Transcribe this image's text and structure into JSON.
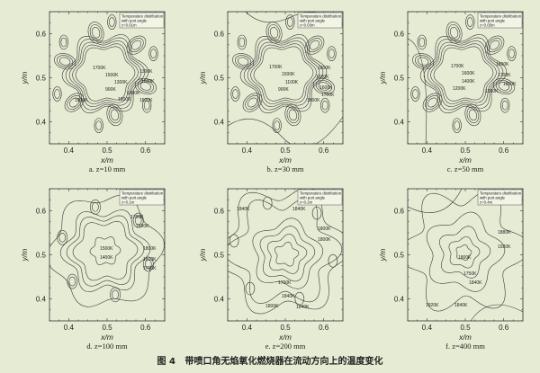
{
  "figure": {
    "label": "图 4",
    "title": "带喷口角无焰氧化燃烧器在流动方向上的温度变化"
  },
  "axes": {
    "xlabel": "x/m",
    "ylabel": "y/m",
    "xticks": [
      "0.4",
      "0.5",
      "0.6"
    ],
    "yticks": [
      "0.4",
      "0.5",
      "0.6"
    ],
    "xlim": [
      0.35,
      0.65
    ],
    "ylim": [
      0.35,
      0.65
    ]
  },
  "colors": {
    "background": "#e6ebd3",
    "line": "#333333"
  },
  "chart_data": [
    {
      "type": "contour",
      "caption": "a. z=10 mm",
      "legend": [
        "Temperature distribution",
        "with port angle",
        "z=0.01m"
      ],
      "contour_labels": [
        "1700K",
        "1500K",
        "1300K",
        "900K",
        "1300K",
        "1600K",
        "1800K",
        "1600K",
        "1600K",
        "1800K"
      ]
    },
    {
      "type": "contour",
      "caption": "b. z=30 mm",
      "legend": [
        "Temperature distribution",
        "with port angle",
        "z=0.03m"
      ],
      "contour_labels": [
        "1700K",
        "1500K",
        "1100K",
        "900K",
        "1800K",
        "1600K",
        "1600K",
        "1700K",
        "1800K"
      ]
    },
    {
      "type": "contour",
      "caption": "c. z=50 mm",
      "legend": [
        "Temperature distribution",
        "with port angle",
        "z=0.05m"
      ],
      "contour_labels": [
        "1700K",
        "1600K",
        "1400K",
        "1200K",
        "1800K",
        "1700K",
        "1800K",
        "1600K"
      ]
    },
    {
      "type": "contour",
      "caption": "d. z=100 mm",
      "legend": [
        "Temperature distribution",
        "with port angle",
        "z=0.1m"
      ],
      "contour_labels": [
        "1700K",
        "1600K",
        "1500K",
        "1400K",
        "1800K",
        "1800K",
        "1760K"
      ]
    },
    {
      "type": "contour",
      "caption": "e. z=200 mm",
      "legend": [
        "Temperature distribution",
        "with port angle",
        "z=0.2m"
      ],
      "contour_labels": [
        "1840K",
        "1840K",
        "1800K",
        "1800K",
        "1700K",
        "1840K",
        "1800K",
        "1840K"
      ]
    },
    {
      "type": "contour",
      "caption": "f. z=400 mm",
      "legend": [
        "Temperature distribution",
        "with port angle",
        "z=0.4m"
      ],
      "contour_labels": [
        "1880K",
        "1920K",
        "1800K",
        "1750K",
        "1840K",
        "1920K",
        "1840K"
      ]
    }
  ]
}
